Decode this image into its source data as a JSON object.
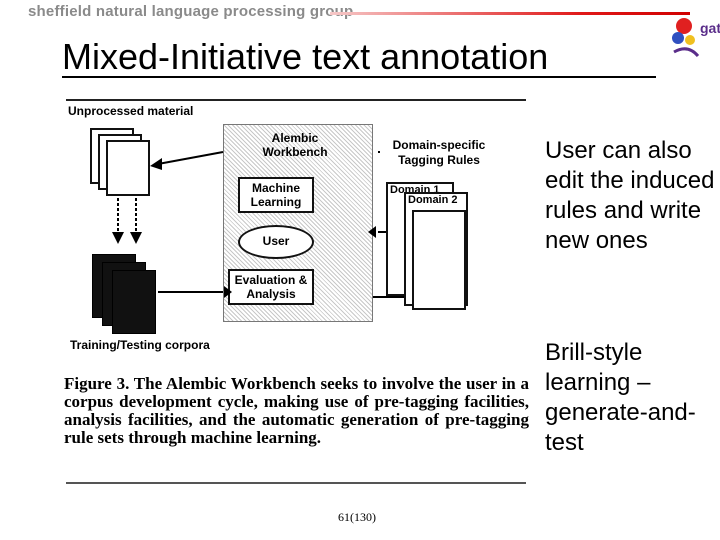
{
  "header": {
    "group_name": "sheffield natural language processing group",
    "logo_text": "gate"
  },
  "slide": {
    "title": "Mixed-Initiative text annotation",
    "bullets": [
      "User can also edit the induced rules and write new ones",
      "Brill-style learning – generate-and-test"
    ],
    "page_number": "61(130)"
  },
  "figure": {
    "labels": {
      "unprocessed": "Unprocessed material",
      "workbench": "Alembic Workbench",
      "machine_learning": "Machine Learning",
      "user": "User",
      "evaluation": "Evaluation & Analysis",
      "rules": "Domain-specific Tagging Rules",
      "domain1": "Domain 1",
      "domain2": "Domain 2",
      "corpora": "Training/Testing corpora"
    },
    "caption_lead": "Figure 3.",
    "caption_text": "The Alembic Workbench seeks to involve the user in a corpus development cycle, making use of pre-tagging facilities, analysis facilities, and the automatic generation of pre-tagging rule sets through machine learning."
  },
  "colors": {
    "header_text": "#8a8a8a",
    "header_line": "#e01818",
    "logo_accent": "#5a2d8a"
  }
}
